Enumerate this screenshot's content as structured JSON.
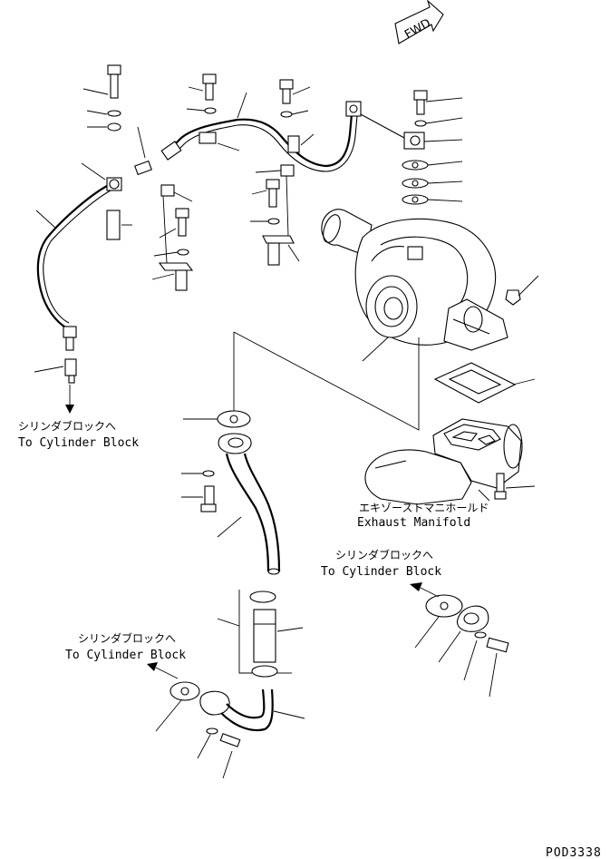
{
  "fwd_label": "FWD",
  "labels": {
    "cyl_block_top_left_jp": "シリンダブロックへ",
    "cyl_block_top_left_en": "To Cylinder Block",
    "exhaust_manifold_jp": "エキゾーストマニホールド",
    "exhaust_manifold_en": "Exhaust Manifold",
    "cyl_block_mid_right_jp": "シリンダブロックへ",
    "cyl_block_mid_right_en": "To Cylinder Block",
    "cyl_block_bottom_left_jp": "シリンダブロックへ",
    "cyl_block_bottom_left_en": "To Cylinder Block"
  },
  "drawing_code": "POD3338"
}
